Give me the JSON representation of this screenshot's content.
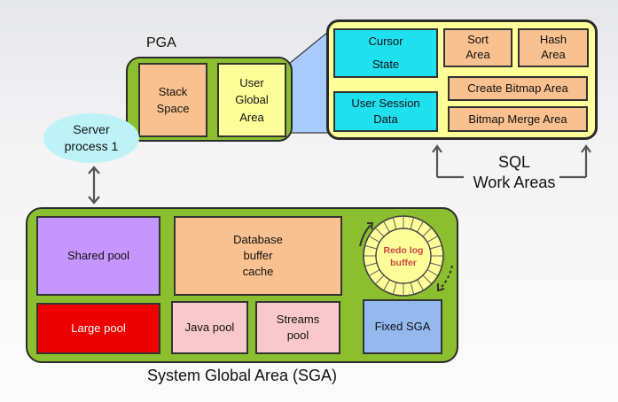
{
  "pga": {
    "title": "PGA",
    "stack_space": [
      "Stack",
      "Space"
    ],
    "user_global_area": [
      "User",
      "Global",
      "Area"
    ]
  },
  "uga_detail": {
    "cursor_state": [
      "Cursor",
      "State"
    ],
    "sort_area": [
      "Sort",
      "Area"
    ],
    "hash_area": [
      "Hash",
      "Area"
    ],
    "create_bitmap_area": "Create Bitmap Area",
    "user_session_data": [
      "User Session",
      "Data"
    ],
    "bitmap_merge_area": "Bitmap Merge Area"
  },
  "sql_work_areas": [
    "SQL",
    "Work Areas"
  ],
  "server_process": [
    "Server",
    "process 1"
  ],
  "sga": {
    "title": "System Global Area (SGA)",
    "shared_pool": "Shared pool",
    "database_buffer_cache": [
      "Database",
      "buffer",
      "cache"
    ],
    "redo_log_buffer": [
      "Redo log",
      "buffer"
    ],
    "large_pool": "Large pool",
    "java_pool": "Java pool",
    "streams_pool": [
      "Streams",
      "pool"
    ],
    "fixed_sga": "Fixed SGA"
  },
  "colors": {
    "green": "#8cbf2f",
    "orange": "#f9c18f",
    "cyan": "#1fe0ee",
    "purple": "#c696ff",
    "red": "#ee0000",
    "pink": "#f8c8cc",
    "blue": "#93b9ef",
    "yellow": "#ffff99",
    "light_blue": "#a9cbff"
  }
}
